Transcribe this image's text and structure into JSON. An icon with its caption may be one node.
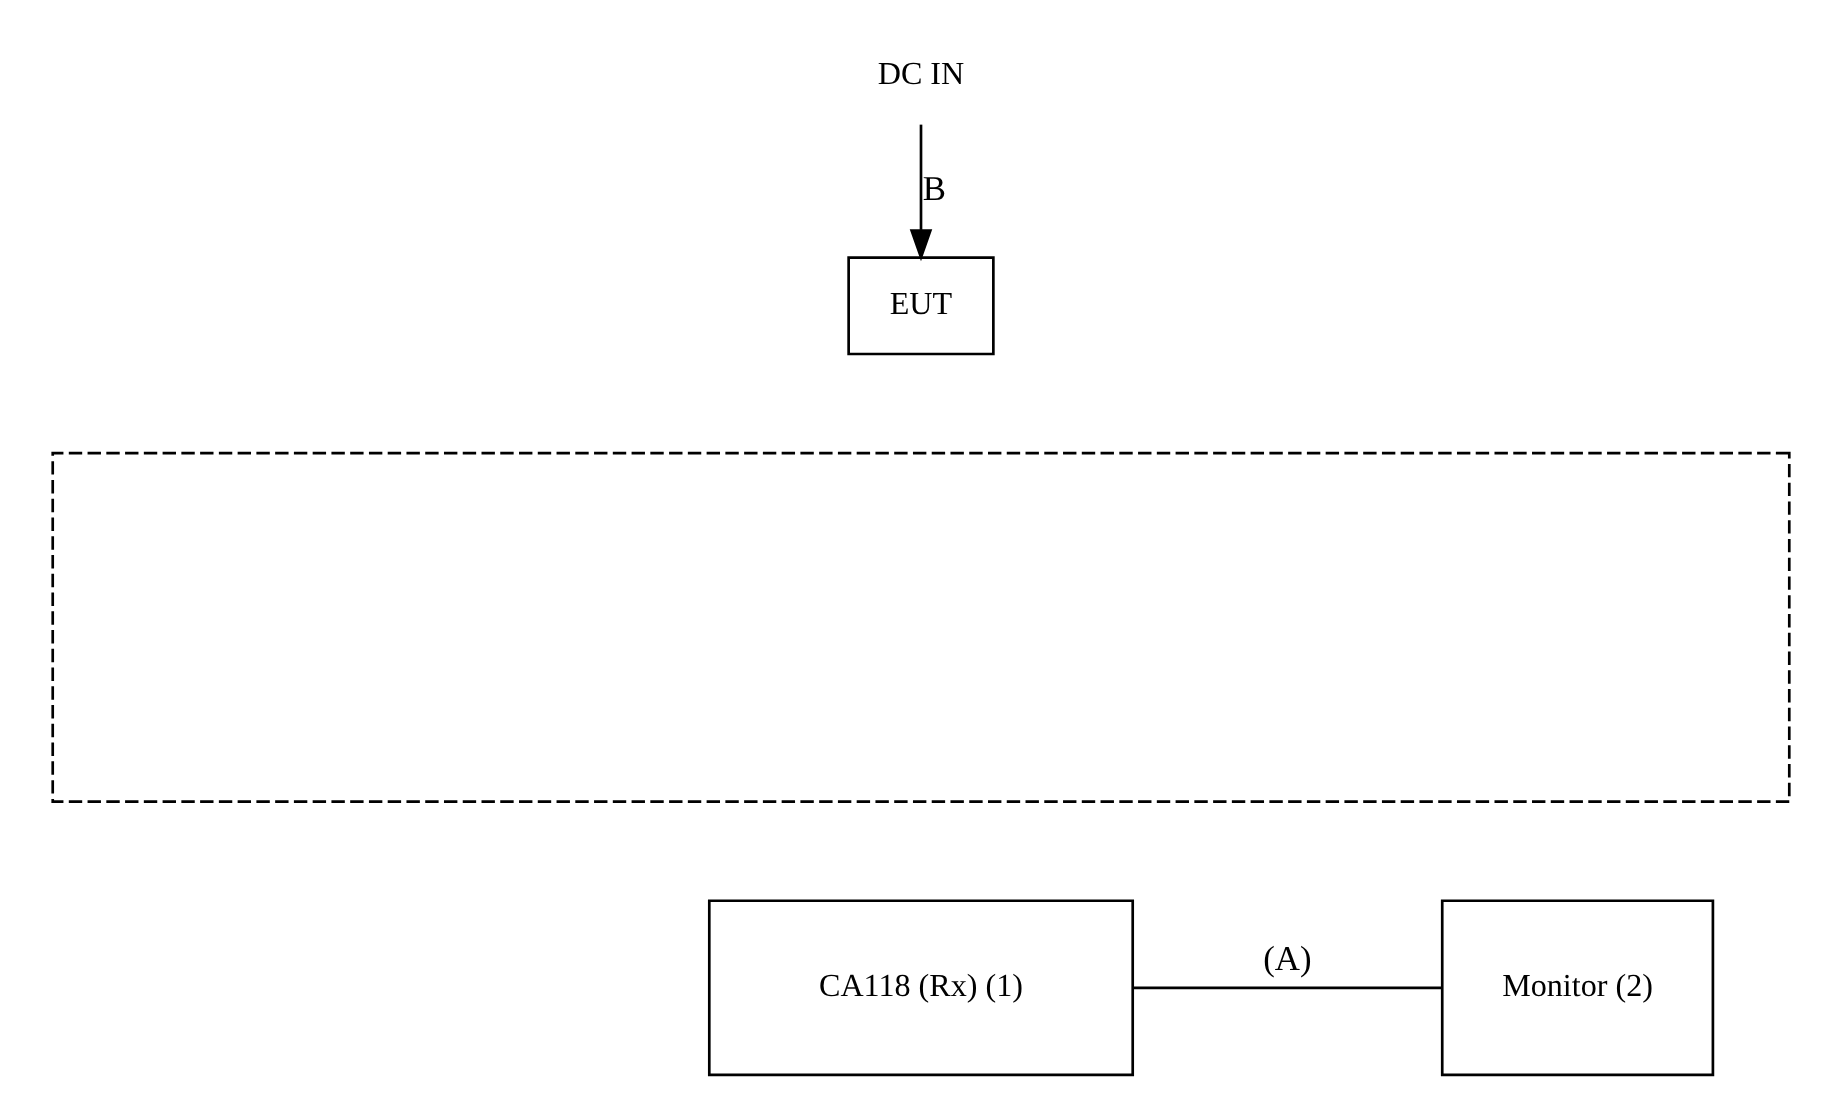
{
  "diagram": {
    "nodes": [
      {
        "text": [
          "DC IN"
        ]
      },
      {
        "text": [
          "EUT"
        ]
      },
      {
        "text": [],
        "shape": "box"
      },
      {
        "text": [
          "CA118 (Rx) (1)"
        ]
      },
      {
        "text": [
          "Monitor (2)"
        ]
      }
    ],
    "edges": [
      {
        "from": 0,
        "to": 1,
        "arrow": "to",
        "label": "B"
      },
      {
        "from": 3,
        "to": 4,
        "arrow": "none",
        "label": "(A)"
      }
    ]
  }
}
